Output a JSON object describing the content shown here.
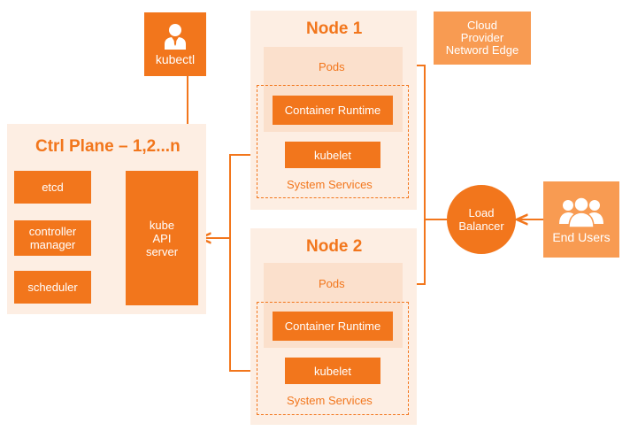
{
  "kubectl": {
    "label": "kubectl",
    "icon": "person-icon"
  },
  "cloud_edge": {
    "label": "Cloud\nProvider\nNetword Edge"
  },
  "ctrl_plane": {
    "title": "Ctrl Plane – 1,2...n",
    "etcd": "etcd",
    "controller_manager": "controller\nmanager",
    "scheduler": "scheduler",
    "api_server": "kube\nAPI\nserver"
  },
  "node1": {
    "title": "Node 1",
    "pods": "Pods",
    "container_runtime": "Container Runtime",
    "kubelet": "kubelet",
    "system_services": "System Services"
  },
  "node2": {
    "title": "Node 2",
    "pods": "Pods",
    "container_runtime": "Container Runtime",
    "kubelet": "kubelet",
    "system_services": "System Services"
  },
  "load_balancer": {
    "label": "Load\nBalancer"
  },
  "end_users": {
    "label": "End Users",
    "icon": "users-icon"
  },
  "colors": {
    "accent": "#f2761c",
    "light_accent": "#f89b52",
    "panel": "#fdeee3",
    "pods": "#fbe0cc"
  }
}
